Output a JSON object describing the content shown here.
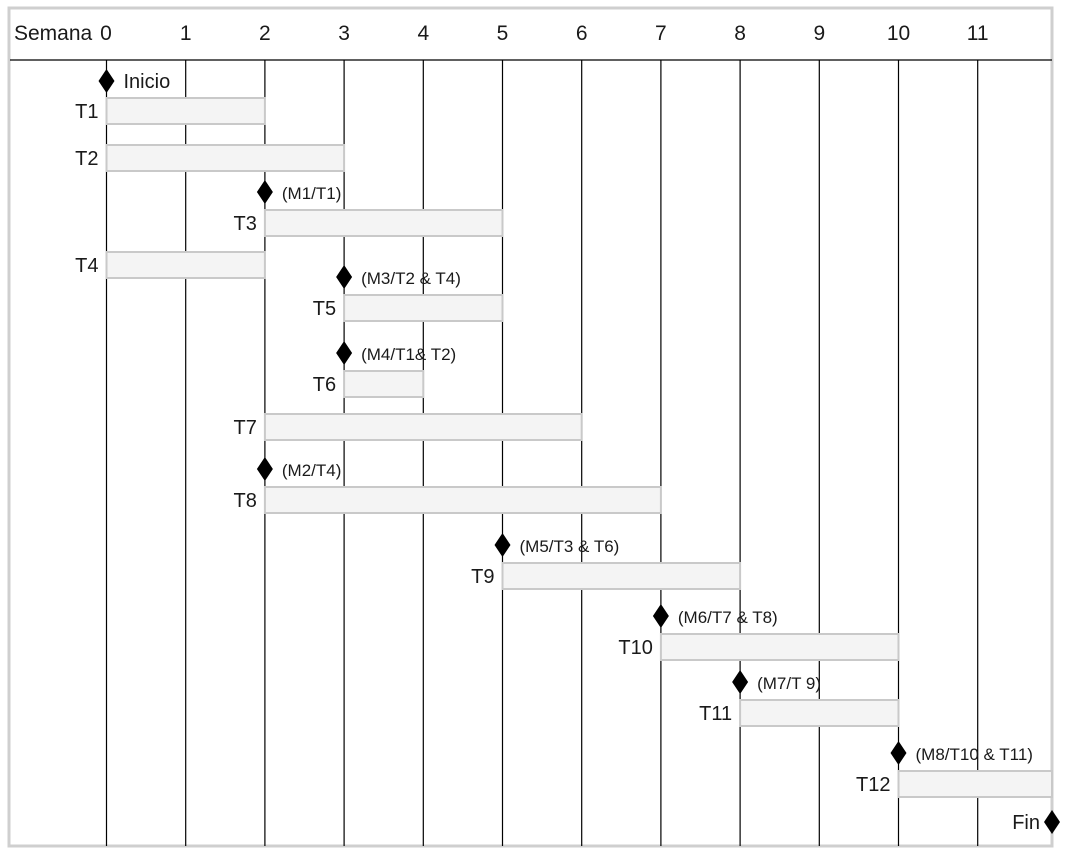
{
  "chart_data": {
    "type": "gantt",
    "axis_prefix": "Semana",
    "weeks": [
      "0",
      "1",
      "2",
      "3",
      "4",
      "5",
      "6",
      "7",
      "8",
      "9",
      "10",
      "11"
    ],
    "week_count": 12,
    "tasks": [
      {
        "label": "T1",
        "start": 0,
        "end": 2
      },
      {
        "label": "T2",
        "start": 0,
        "end": 3
      },
      {
        "label": "T3",
        "start": 2,
        "end": 5
      },
      {
        "label": "T4",
        "start": 0,
        "end": 2
      },
      {
        "label": "T5",
        "start": 3,
        "end": 5
      },
      {
        "label": "T6",
        "start": 3,
        "end": 4
      },
      {
        "label": "T7",
        "start": 2,
        "end": 6
      },
      {
        "label": "T8",
        "start": 2,
        "end": 7
      },
      {
        "label": "T9",
        "start": 5,
        "end": 8
      },
      {
        "label": "T10",
        "start": 7,
        "end": 10
      },
      {
        "label": "T11",
        "start": 8,
        "end": 10
      },
      {
        "label": "T12",
        "start": 10,
        "end": 12
      }
    ],
    "milestones": [
      {
        "label": "Inicio",
        "week": 0,
        "before_task": 0
      },
      {
        "label": "(M1/T1)",
        "week": 2,
        "before_task": 2
      },
      {
        "label": "(M3/T2 & T4)",
        "week": 3,
        "before_task": 4
      },
      {
        "label": "(M4/T1& T2)",
        "week": 3,
        "before_task": 5
      },
      {
        "label": "(M2/T4)",
        "week": 2,
        "before_task": 7
      },
      {
        "label": "(M5/T3 & T6)",
        "week": 5,
        "before_task": 8
      },
      {
        "label": "(M6/T7 & T8)",
        "week": 7,
        "before_task": 9
      },
      {
        "label": "(M7/T 9)",
        "week": 8,
        "before_task": 10
      },
      {
        "label": "(M8/T10 & T11)",
        "week": 10,
        "before_task": 11
      },
      {
        "label": "Fin",
        "week": 12,
        "before_task": null
      }
    ]
  }
}
